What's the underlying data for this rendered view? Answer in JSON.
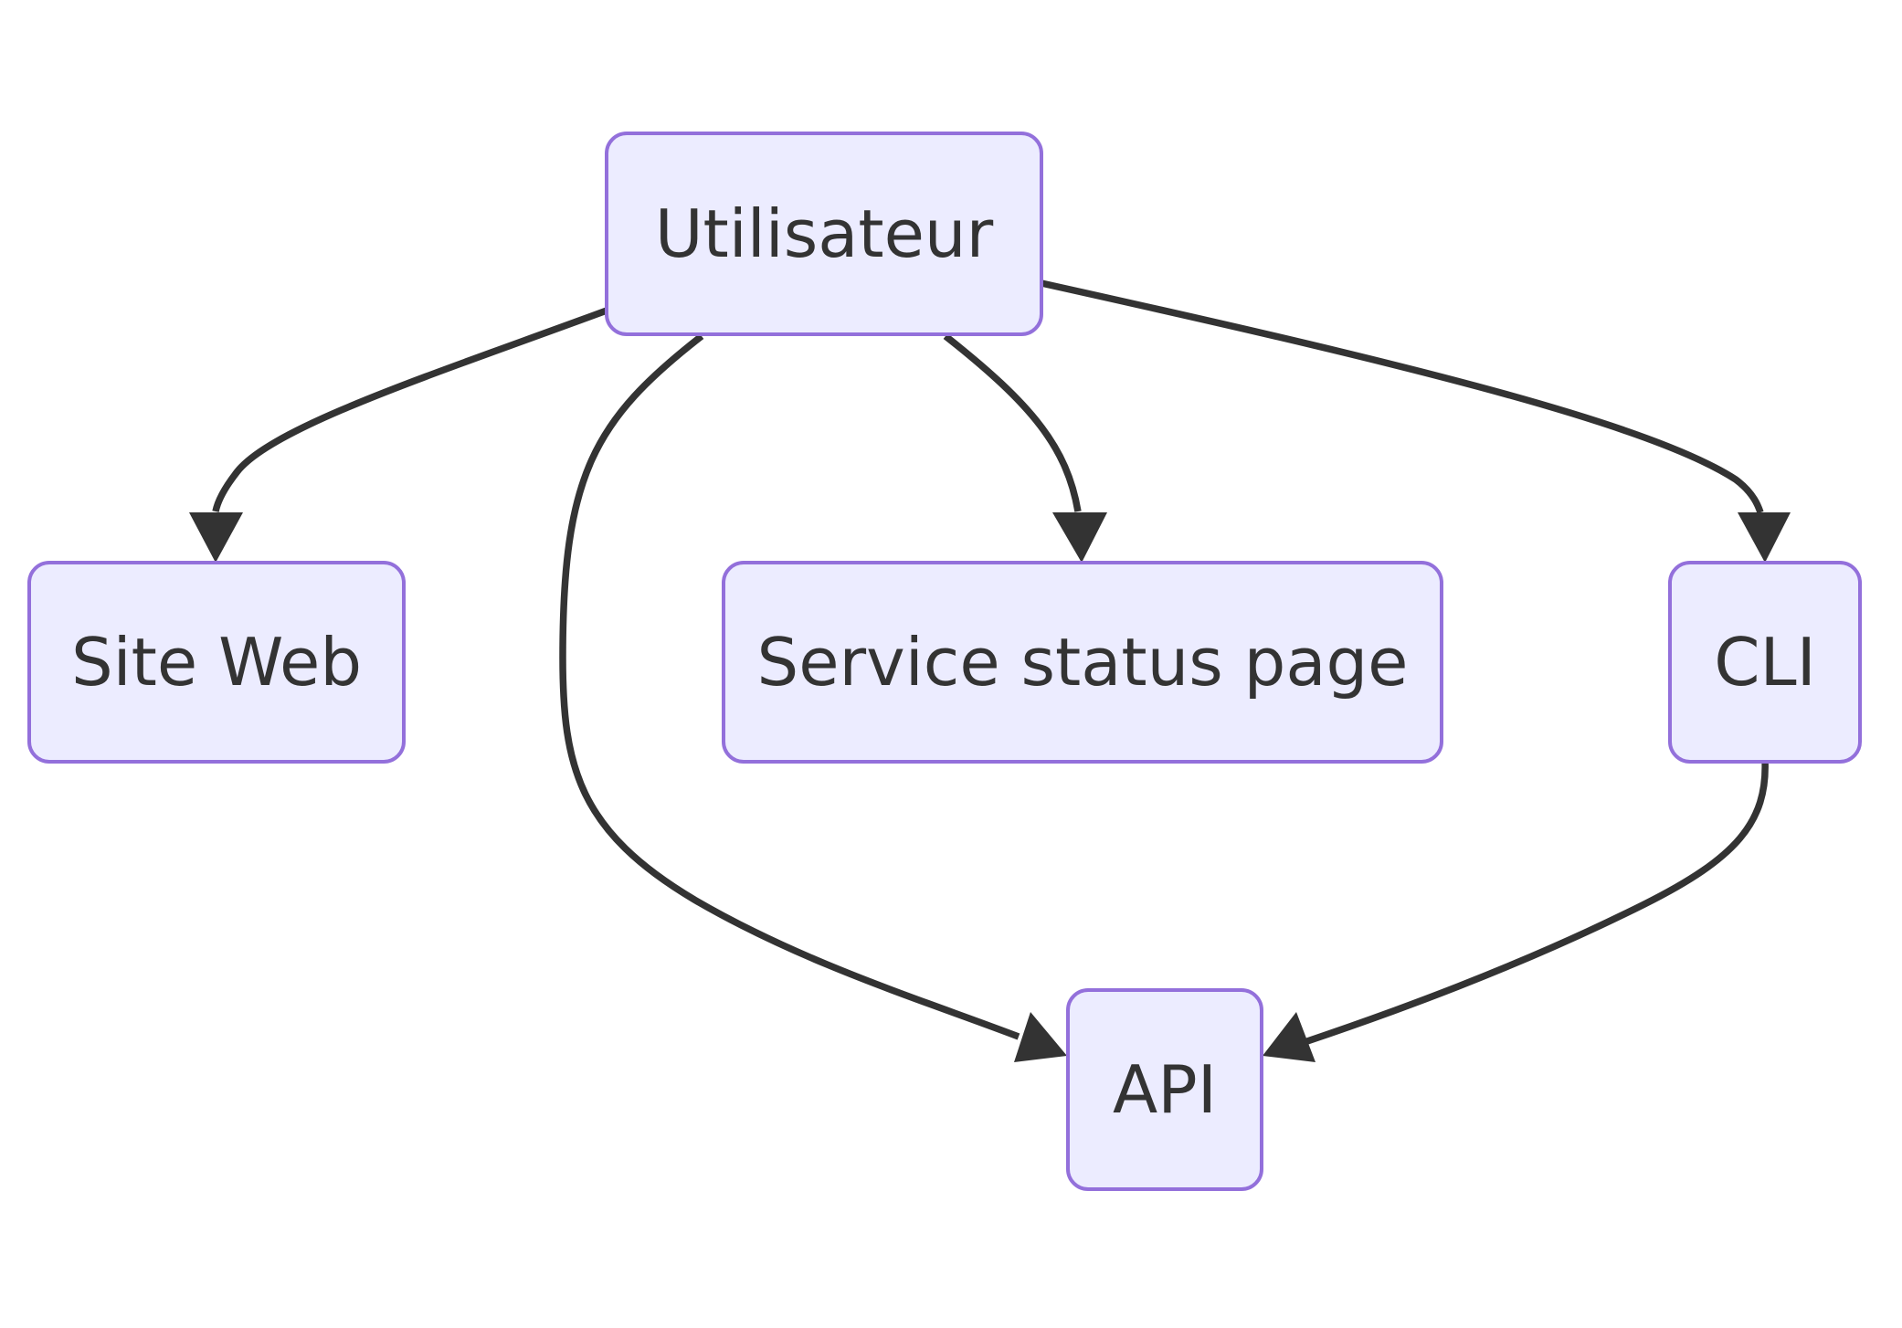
{
  "diagram": {
    "type": "flowchart",
    "colors": {
      "node_fill": "#ECECFF",
      "node_stroke": "#9370DB",
      "edge": "#333333",
      "text": "#333333"
    },
    "nodes": {
      "utilisateur": {
        "label": "Utilisateur"
      },
      "site_web": {
        "label": "Site Web"
      },
      "status_page": {
        "label": "Service status page"
      },
      "cli": {
        "label": "CLI"
      },
      "api": {
        "label": "API"
      }
    },
    "edges": [
      {
        "from": "utilisateur",
        "to": "site_web"
      },
      {
        "from": "utilisateur",
        "to": "api"
      },
      {
        "from": "utilisateur",
        "to": "status_page"
      },
      {
        "from": "utilisateur",
        "to": "cli"
      },
      {
        "from": "cli",
        "to": "api"
      }
    ]
  }
}
